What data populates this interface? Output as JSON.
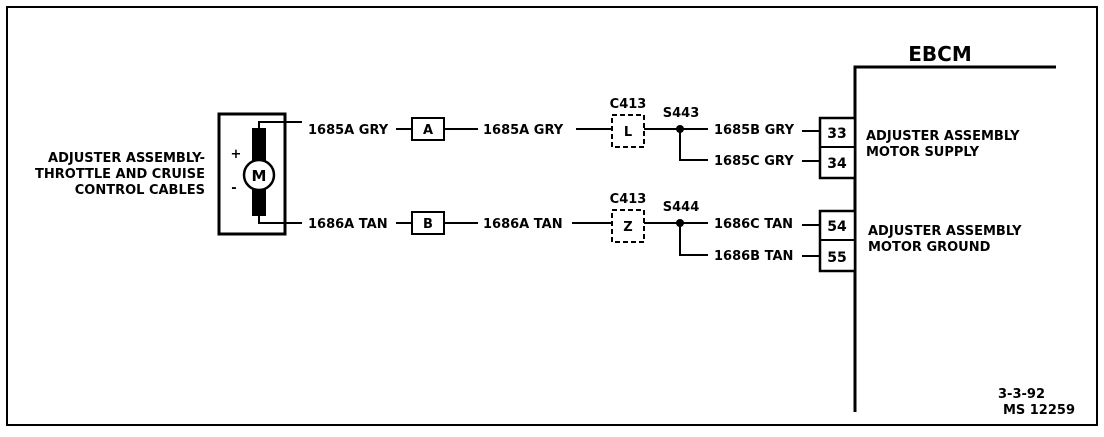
{
  "component": {
    "label_lines": [
      "ADJUSTER ASSEMBLY-",
      "THROTTLE AND CRUISE",
      "CONTROL CABLES"
    ],
    "motor_symbol": "M",
    "plus": "+",
    "minus": "-"
  },
  "module": {
    "title": "EBCM"
  },
  "circuits": {
    "gry_1685a_left": "1685A GRY",
    "gry_1685a_right": "1685A GRY",
    "tan_1686a_left": "1686A TAN",
    "tan_1686a_right": "1686A TAN",
    "gry_1685b": "1685B GRY",
    "gry_1685c": "1685C GRY",
    "tan_1686c": "1686C TAN",
    "tan_1686b": "1686B TAN"
  },
  "connectors": {
    "a": "A",
    "b": "B",
    "c413_top": "C413",
    "c413_bottom": "C413",
    "pin_l": "L",
    "pin_z": "Z"
  },
  "splices": {
    "s443": "S443",
    "s444": "S444"
  },
  "pins": {
    "p33": "33",
    "p34": "34",
    "p54": "54",
    "p55": "55"
  },
  "functions": {
    "supply_lines": [
      "ADJUSTER ASSEMBLY",
      "MOTOR SUPPLY"
    ],
    "ground_lines": [
      "ADJUSTER ASSEMBLY",
      "MOTOR GROUND"
    ]
  },
  "footer": {
    "date": "3-3-92",
    "ref": "MS 12259"
  }
}
